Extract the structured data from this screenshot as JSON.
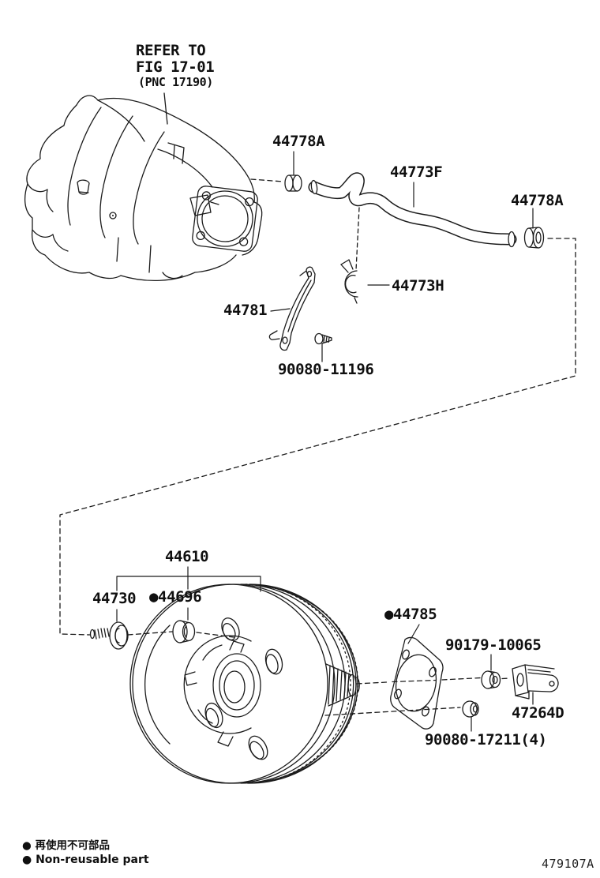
{
  "diagram": {
    "reference_note": {
      "line1": "REFER TO",
      "line2": "FIG 17-01",
      "line3": "(PNC 17190)"
    },
    "labels": {
      "grommet_top": "44778A",
      "hose": "44773F",
      "grommet_right": "44778A",
      "clamp": "44773H",
      "bracket": "44781",
      "bracket_bolt": "90080-11196",
      "booster_assy": "44610",
      "booster_bolt": "44730",
      "booster_grommet": "●44696",
      "gasket": "●44785",
      "nut_front": "90179-10065",
      "clevis": "47264D",
      "nut_rear": "90080-17211(4)"
    },
    "legend": {
      "non_reusable_jp": "● 再使用不可部品",
      "non_reusable_en": "● Non-reusable part"
    },
    "figure_code": "479107A",
    "line_color": "#1b1b1b",
    "background_color": "#ffffff"
  }
}
